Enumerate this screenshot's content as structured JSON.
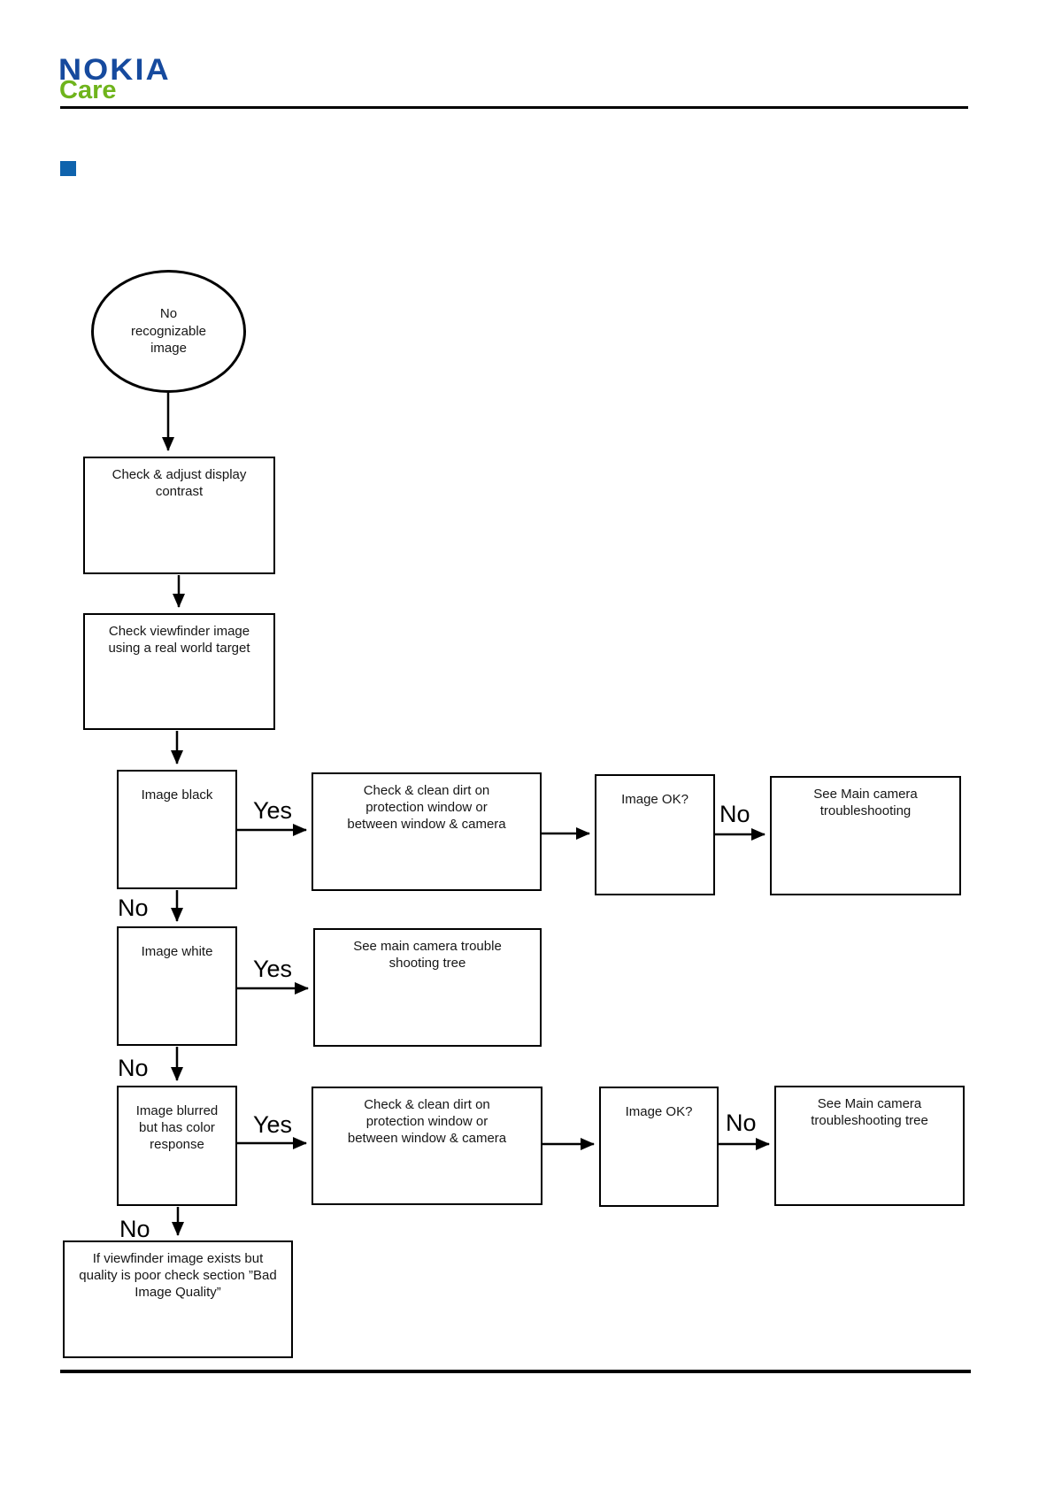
{
  "header": {
    "logo": {
      "nokia": "NOKIA",
      "care": "Care"
    },
    "colors": {
      "nokia_blue": "#164a9e",
      "care_green": "#6fb41c",
      "section_marker_blue": "#0f63ad"
    }
  },
  "flowchart": {
    "start": "No recognizable image",
    "steps": {
      "check_contrast": "Check & adjust display contrast",
      "check_viewfinder": "Check viewfinder image using a real world target",
      "image_black": "Image black",
      "clean_dirt_1": "Check & clean dirt on protection window or between window & camera",
      "image_ok_1": "Image OK?",
      "see_main_troubleshooting": "See Main camera troubleshooting",
      "image_white": "Image white",
      "see_main_tree_small": "See main camera trouble shooting tree",
      "image_blurred": "Image blurred but has color response",
      "clean_dirt_2": "Check & clean dirt on protection window or between window & camera",
      "image_ok_2": "Image OK?",
      "see_main_tree": "See Main camera troubleshooting tree",
      "bad_image_quality": "If viewfinder image exists but quality is poor check section ”Bad Image Quality”"
    },
    "labels": {
      "yes": "Yes",
      "no": "No"
    }
  }
}
